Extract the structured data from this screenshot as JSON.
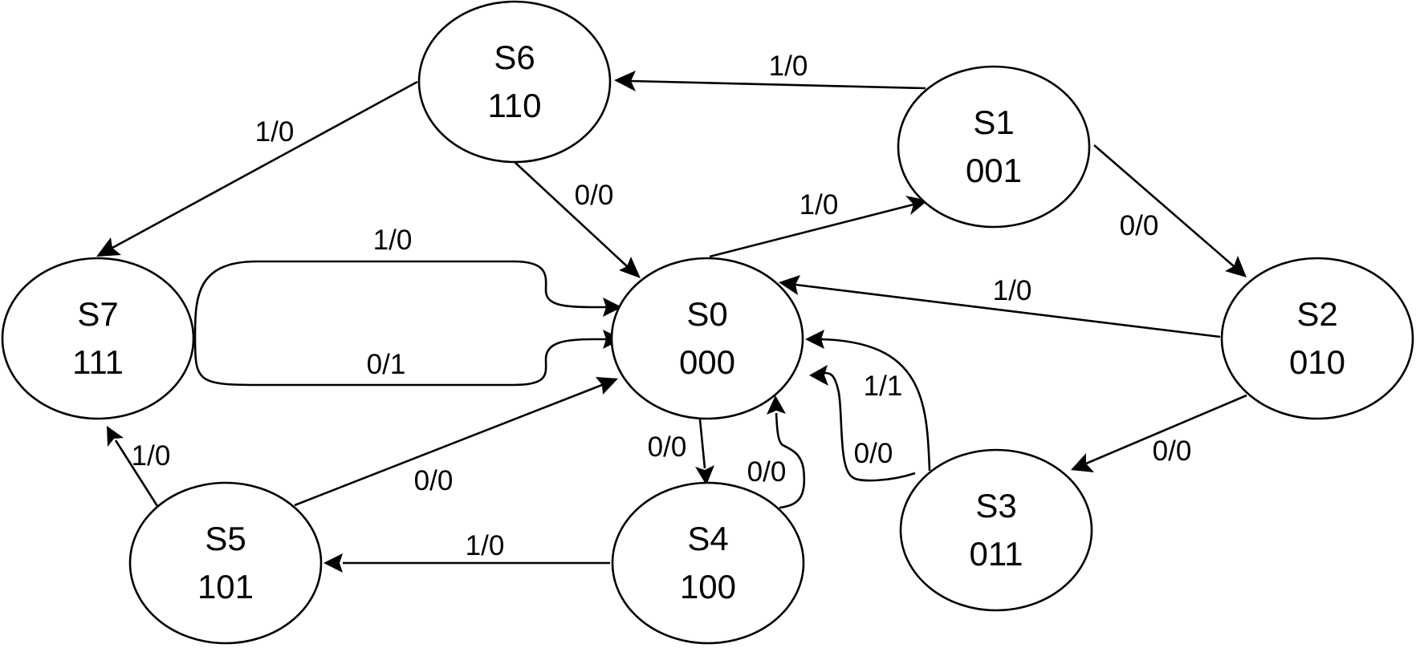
{
  "diagram": {
    "type": "state-machine",
    "states": [
      {
        "id": "S0",
        "name": "S0",
        "code": "000"
      },
      {
        "id": "S1",
        "name": "S1",
        "code": "001"
      },
      {
        "id": "S2",
        "name": "S2",
        "code": "010"
      },
      {
        "id": "S3",
        "name": "S3",
        "code": "011"
      },
      {
        "id": "S4",
        "name": "S4",
        "code": "100"
      },
      {
        "id": "S5",
        "name": "S5",
        "code": "101"
      },
      {
        "id": "S6",
        "name": "S6",
        "code": "110"
      },
      {
        "id": "S7",
        "name": "S7",
        "code": "111"
      }
    ],
    "transitions": [
      {
        "id": "s1-s6",
        "from": "S1",
        "to": "S6",
        "label": "1/0"
      },
      {
        "id": "s6-s7",
        "from": "S6",
        "to": "S7",
        "label": "1/0"
      },
      {
        "id": "s6-s0",
        "from": "S6",
        "to": "S0",
        "label": "0/0"
      },
      {
        "id": "s0-s1",
        "from": "S0",
        "to": "S1",
        "label": "1/0"
      },
      {
        "id": "s1-s2",
        "from": "S1",
        "to": "S2",
        "label": "0/0"
      },
      {
        "id": "s2-s0",
        "from": "S2",
        "to": "S0",
        "label": "1/0"
      },
      {
        "id": "s7-s0-top",
        "from": "S7",
        "to": "S0",
        "label": "1/0"
      },
      {
        "id": "s7-s0-bottom",
        "from": "S7",
        "to": "S0",
        "label": "0/1"
      },
      {
        "id": "s3-s0-a",
        "from": "S3",
        "to": "S0",
        "label": "1/1"
      },
      {
        "id": "s3-s0-b",
        "from": "S3",
        "to": "S0",
        "label": "0/0"
      },
      {
        "id": "s2-s3",
        "from": "S2",
        "to": "S3",
        "label": "0/0"
      },
      {
        "id": "s0-s4",
        "from": "S0",
        "to": "S4",
        "label": "0/0"
      },
      {
        "id": "s4-s0",
        "from": "S4",
        "to": "S0",
        "label": "0/0"
      },
      {
        "id": "s5-s0",
        "from": "S5",
        "to": "S0",
        "label": "0/0"
      },
      {
        "id": "s5-s7",
        "from": "S5",
        "to": "S7",
        "label": "1/0"
      },
      {
        "id": "s4-s5",
        "from": "S4",
        "to": "S5",
        "label": "1/0"
      }
    ]
  }
}
